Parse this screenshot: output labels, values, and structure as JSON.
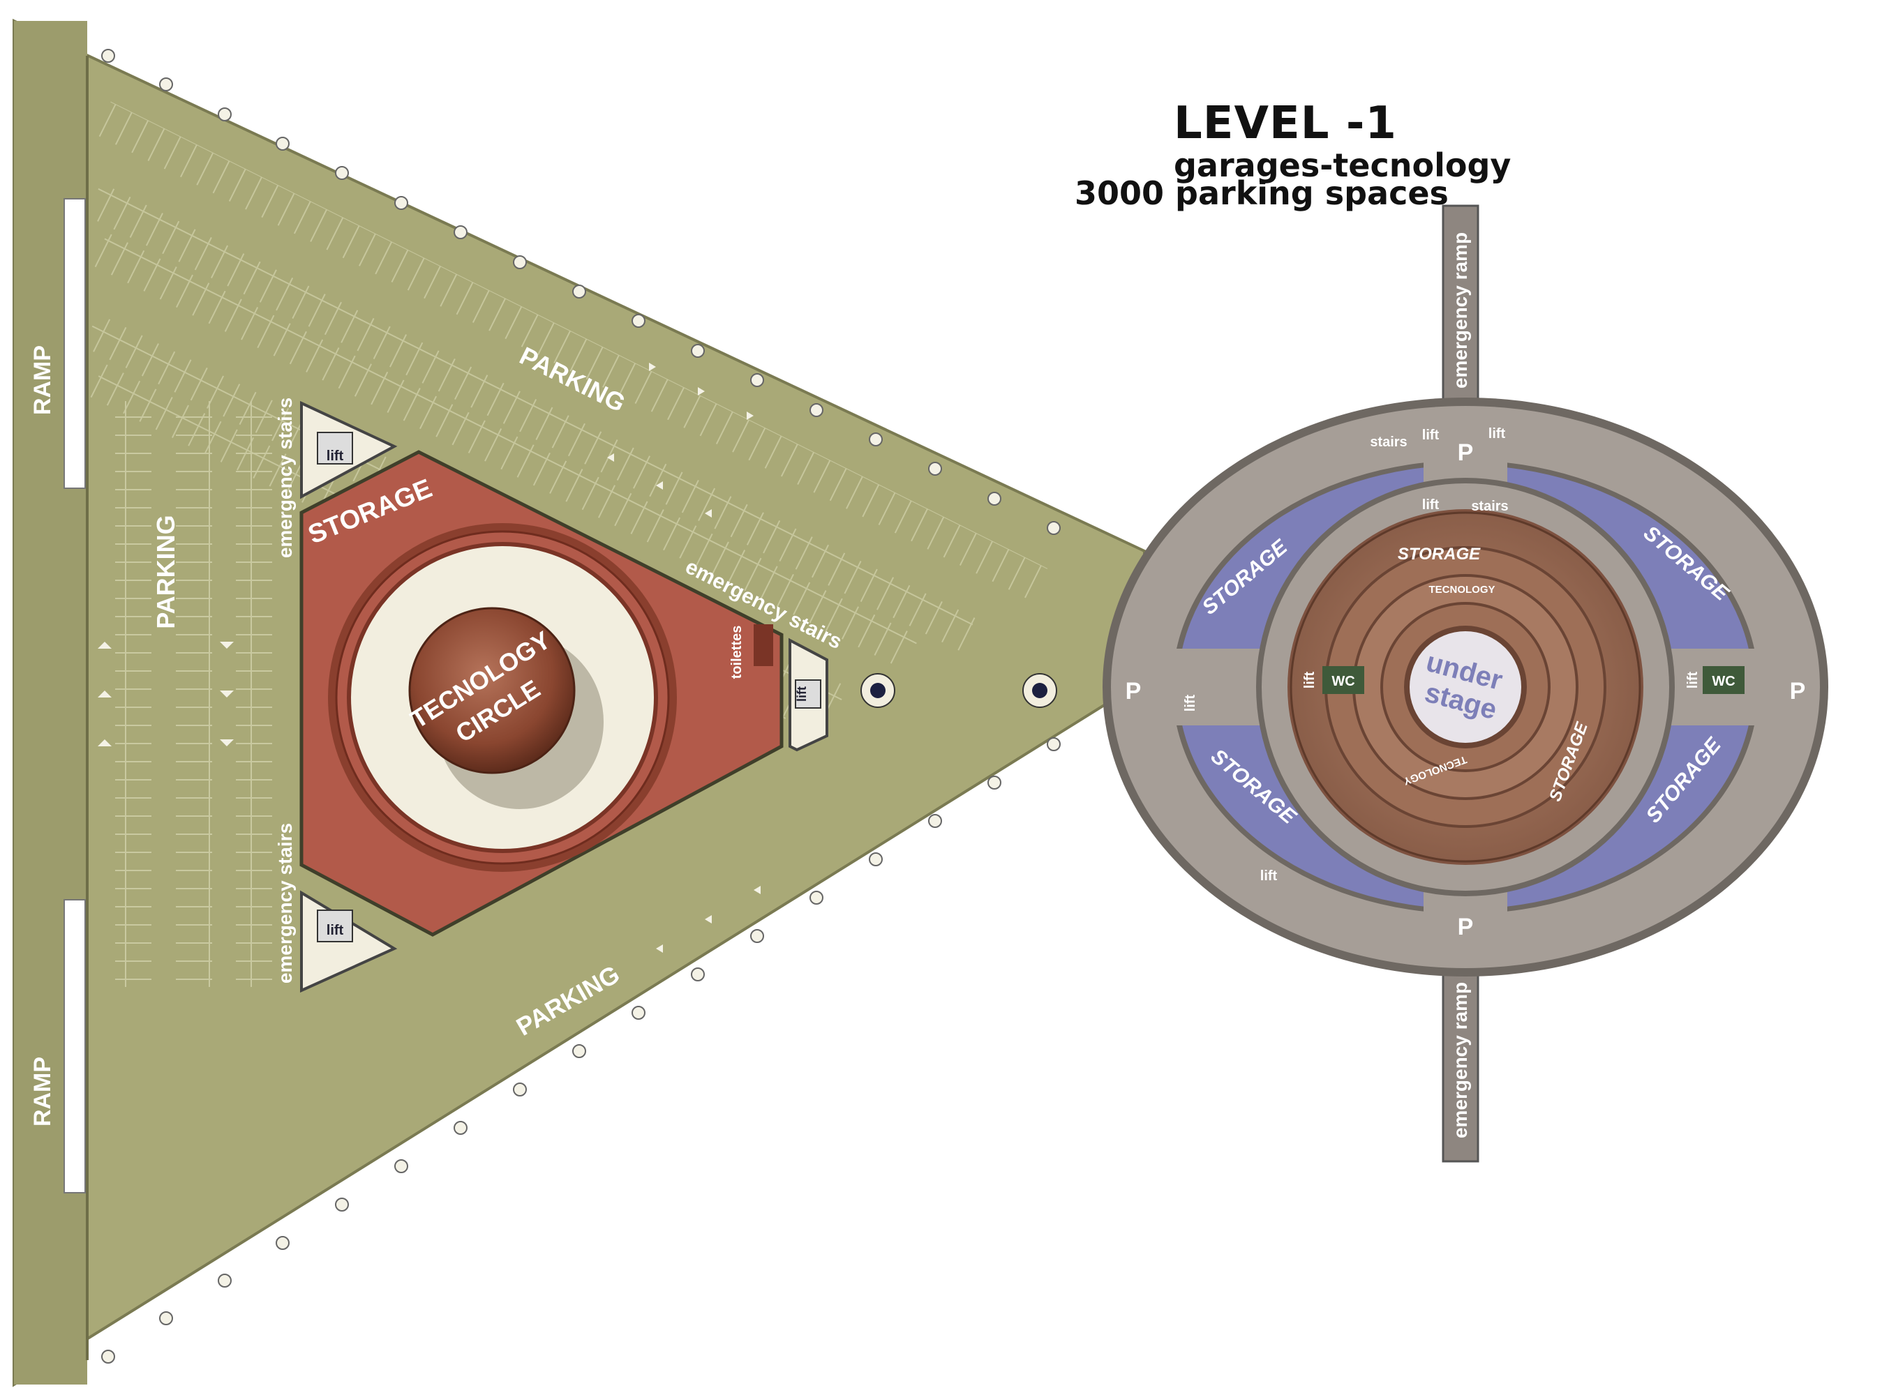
{
  "title": {
    "level": "LEVEL -1",
    "subtitle": "garages-tecnology",
    "capacity": "3000 parking spaces"
  },
  "triangle": {
    "ramp_top": "RAMP",
    "ramp_bottom": "RAMP",
    "parking_left": "PARKING",
    "parking_top": "PARKING",
    "parking_bottom": "PARKING",
    "storage": "STORAGE",
    "emergency_stairs_top": "emergency stairs",
    "emergency_stairs_bottom": "emergency stairs",
    "emergency_stairs_right": "emergency stairs",
    "toilettes": "toilettes",
    "lift_top": "lift",
    "lift_bottom": "lift",
    "lift_right": "lift",
    "circle_line1": "TECNOLOGY",
    "circle_line2": "CIRCLE"
  },
  "oval": {
    "emergency_ramp_top": "emergency ramp",
    "emergency_ramp_bottom": "emergency ramp",
    "p_top": "P",
    "p_bottom": "P",
    "p_left": "P",
    "p_right": "P",
    "stairs_top": "stairs",
    "lift_top_left": "lift",
    "lift_top_right": "lift",
    "lift_inner": "lift",
    "stairs_inner": "stairs",
    "lift_left": "lift",
    "lift_left_inner": "lift",
    "wc_left": "WC",
    "lift_right_inner": "lift",
    "wc_right": "WC",
    "lift_bottom_left": "lift",
    "storage_tl": "STORAGE",
    "storage_tr": "STORAGE",
    "storage_bl": "STORAGE",
    "storage_br": "STORAGE",
    "storage_inner_top": "STORAGE",
    "storage_inner_right": "STORAGE",
    "tecnology_top": "TECNOLOGY",
    "tecnology_bottom": "TECNOLOGY",
    "under_line1": "under",
    "under_line2": "stage"
  },
  "colors": {
    "olive": "#a9a977",
    "olive_dark": "#8e8e60",
    "brick": "#b25a4a",
    "brick_dark": "#7a3426",
    "cream": "#f2eedf",
    "grey": "#8e8680",
    "grey_light": "#a69e97",
    "blue": "#7d7fb8",
    "brown": "#9e6f57",
    "brown_dark": "#7e5240"
  }
}
